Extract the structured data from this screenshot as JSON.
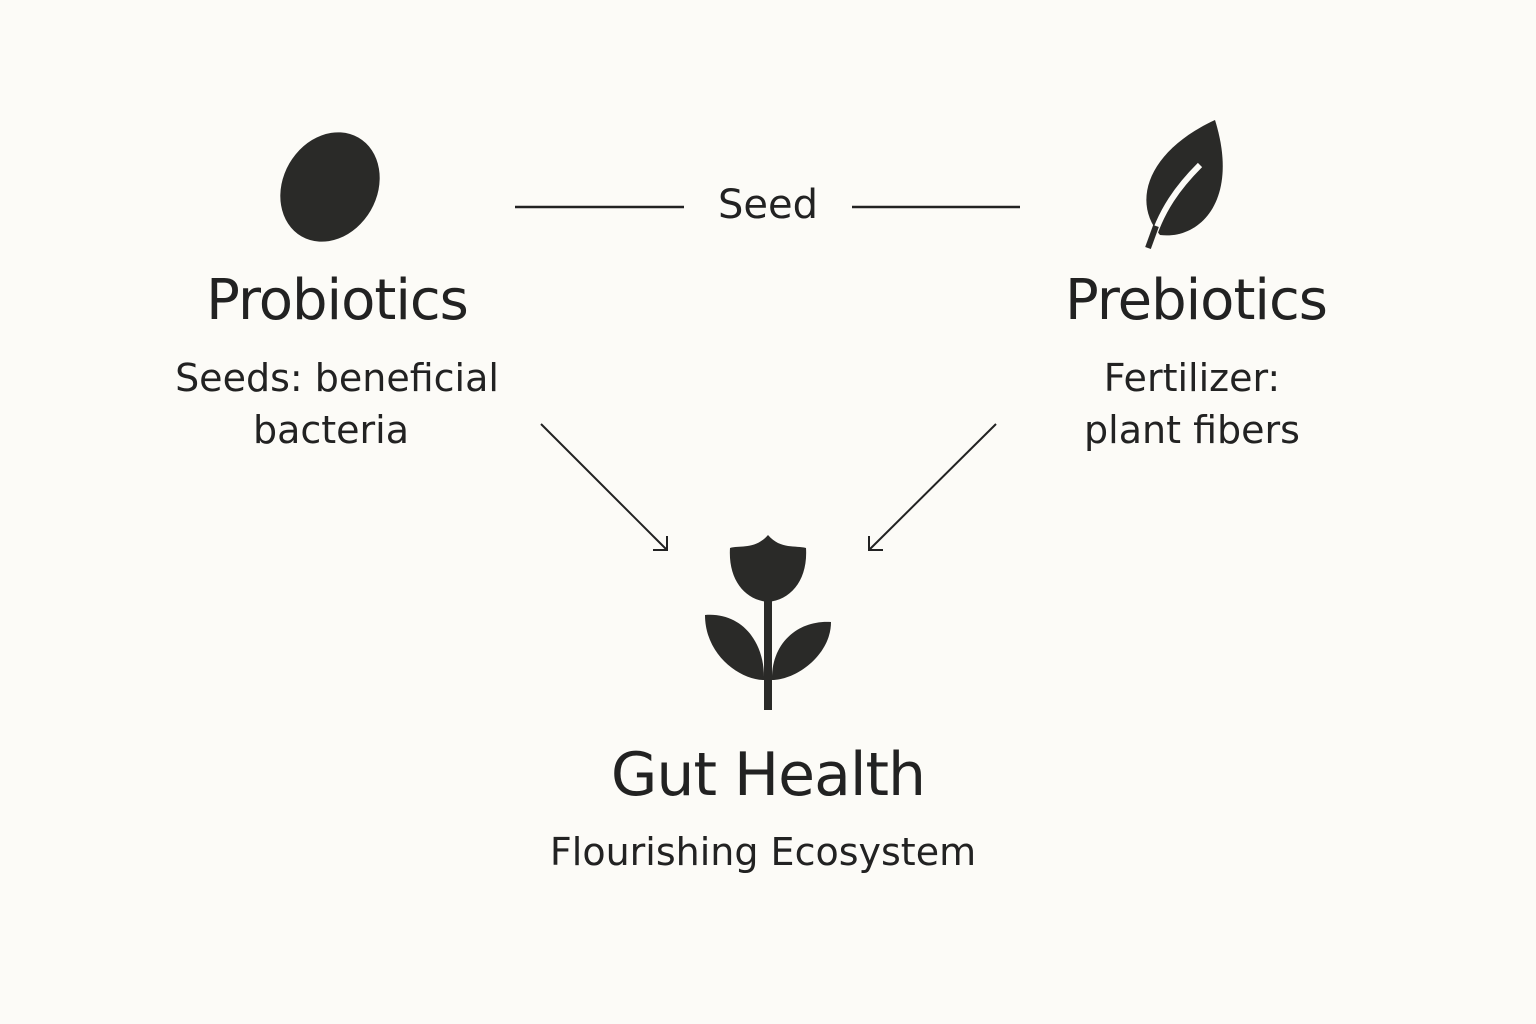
{
  "probiotics": {
    "title": "Probiotics",
    "desc_line1": "Seeds: beneficial",
    "desc_line2": "bacteria"
  },
  "prebiotics": {
    "title": "Prebiotics",
    "desc_line1": "Fertilizer:",
    "desc_line2": "plant fibers"
  },
  "connector": {
    "label": "Seed"
  },
  "result": {
    "title": "Gut Health",
    "subtitle": "Flourishing Ecosystem"
  },
  "colors": {
    "ink": "#222222",
    "background": "#fcfbf7"
  }
}
